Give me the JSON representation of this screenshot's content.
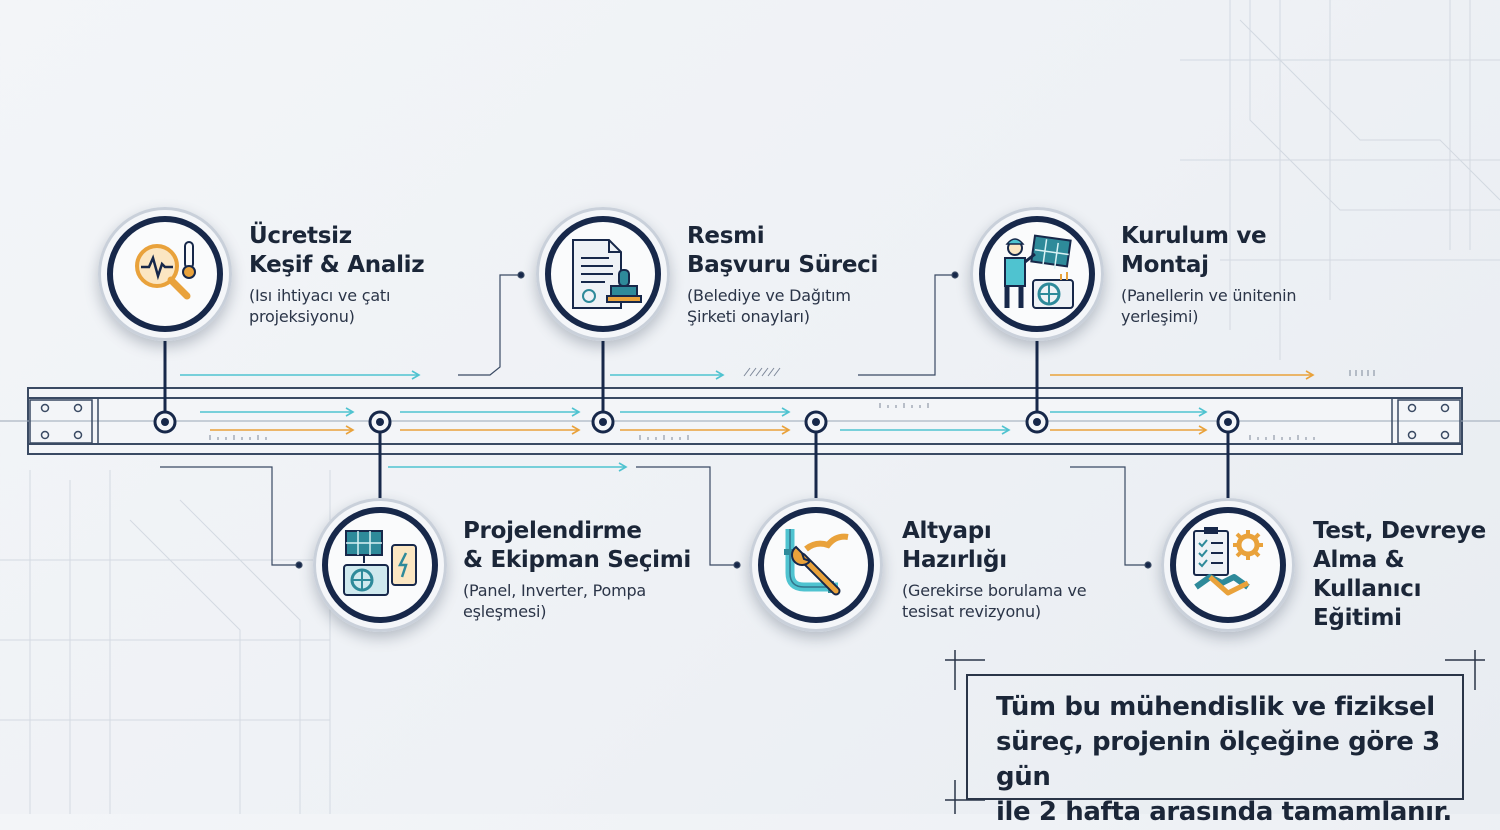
{
  "steps": [
    {
      "title": "Ücretsiz\nKeşif & Analiz",
      "desc": "(Isı ihtiyacı ve çatı\nprojeksiyonu)",
      "icon": "magnifier-thermometer-icon"
    },
    {
      "title": "Projelendirme\n& Ekipman Seçimi",
      "desc": "(Panel, Inverter, Pompa\neşleşmesi)",
      "icon": "solar-panel-heatpump-icon"
    },
    {
      "title": "Resmi\nBaşvuru Süreci",
      "desc": "(Belediye ve Dağıtım\nŞirketi onayları)",
      "icon": "document-stamp-icon"
    },
    {
      "title": "Altyapı\nHazırlığı",
      "desc": "(Gerekirse borulama ve\ntesisat revizyonu)",
      "icon": "pipe-wrench-icon"
    },
    {
      "title": "Kurulum ve\nMontaj",
      "desc": "(Panellerin ve ünitenin\nyerleşimi)",
      "icon": "installer-panel-icon"
    },
    {
      "title": "Test, Devreye\nAlma &\nKullanıcı Eğitimi",
      "desc": "",
      "icon": "checklist-gear-handshake-icon"
    }
  ],
  "note": "Tüm bu mühendislik ve fiziksel\nsüreç, projenin ölçeğine göre 3 gün\nile 2 hafta arasında tamamlanır.",
  "colors": {
    "navy": "#17284a",
    "orange": "#e9a23b",
    "teal": "#2e8a9a",
    "cyan": "#4fc3d0",
    "line": "#3a4a63"
  }
}
